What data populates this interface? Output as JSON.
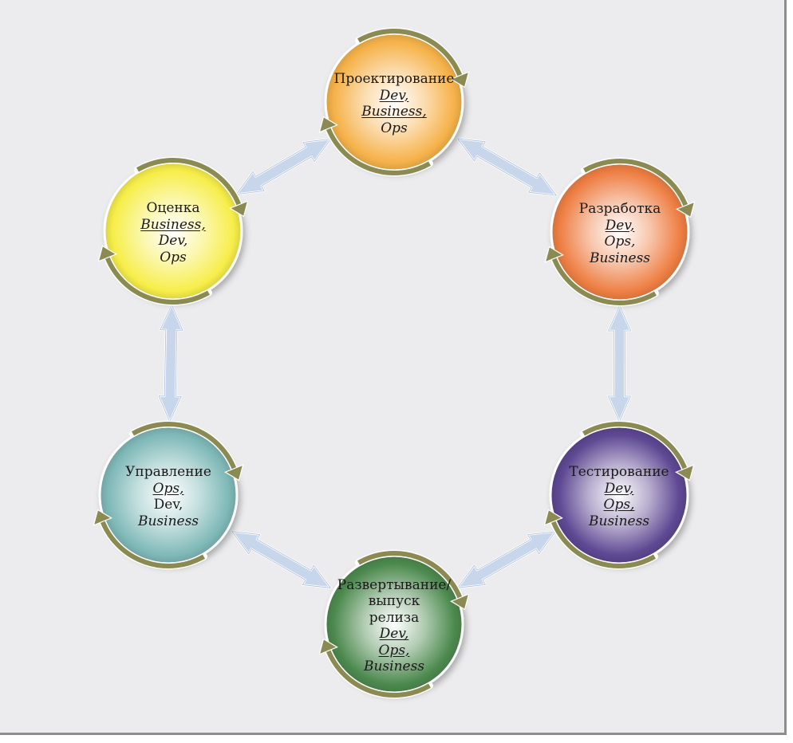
{
  "colors": {
    "background": "#ececee",
    "ring": "#8a8a52",
    "connector": "#c7d6ea",
    "connector_edge": "#a9bdd8"
  },
  "nodes": [
    {
      "id": "design",
      "color": "#f6b24a",
      "lines": [
        {
          "text": "Проектирование",
          "italic": false,
          "underline": false
        },
        {
          "text": "Dev,",
          "italic": true,
          "underline": true
        },
        {
          "text": "Business,",
          "italic": true,
          "underline": true
        },
        {
          "text": "Ops",
          "italic": true,
          "underline": false
        }
      ]
    },
    {
      "id": "development",
      "color": "#ee7f44",
      "lines": [
        {
          "text": "Разработка",
          "italic": false,
          "underline": false
        },
        {
          "text": "Dev,",
          "italic": true,
          "underline": true
        },
        {
          "text": "Ops,",
          "italic": true,
          "underline": false
        },
        {
          "text": "Business",
          "italic": true,
          "underline": false
        }
      ]
    },
    {
      "id": "testing",
      "color": "#5e4893",
      "lines": [
        {
          "text": "Тестирование",
          "italic": false,
          "underline": false
        },
        {
          "text": "Dev,",
          "italic": true,
          "underline": true
        },
        {
          "text": "Ops,",
          "italic": true,
          "underline": true
        },
        {
          "text": "Business",
          "italic": true,
          "underline": false
        }
      ]
    },
    {
      "id": "deployment",
      "color": "#4d8a4f",
      "lines": [
        {
          "text": "Развертывание/",
          "italic": false,
          "underline": false
        },
        {
          "text": "выпуск",
          "italic": false,
          "underline": false
        },
        {
          "text": "релиза",
          "italic": false,
          "underline": false
        },
        {
          "text": "Dev,",
          "italic": true,
          "underline": true
        },
        {
          "text": "Ops,",
          "italic": true,
          "underline": true
        },
        {
          "text": "Business",
          "italic": true,
          "underline": false
        }
      ]
    },
    {
      "id": "management",
      "color": "#7fb9b8",
      "lines": [
        {
          "text": "Управление",
          "italic": false,
          "underline": false
        },
        {
          "text": "Ops,",
          "italic": true,
          "underline": true
        },
        {
          "text": "Dev,",
          "italic": false,
          "underline": false
        },
        {
          "text": "Business",
          "italic": true,
          "underline": false
        }
      ]
    },
    {
      "id": "evaluation",
      "color": "#f7ee4a",
      "lines": [
        {
          "text": "Оценка",
          "italic": false,
          "underline": false
        },
        {
          "text": "Business,",
          "italic": true,
          "underline": true
        },
        {
          "text": "Dev,",
          "italic": true,
          "underline": false
        },
        {
          "text": "Ops",
          "italic": true,
          "underline": false
        }
      ]
    }
  ]
}
